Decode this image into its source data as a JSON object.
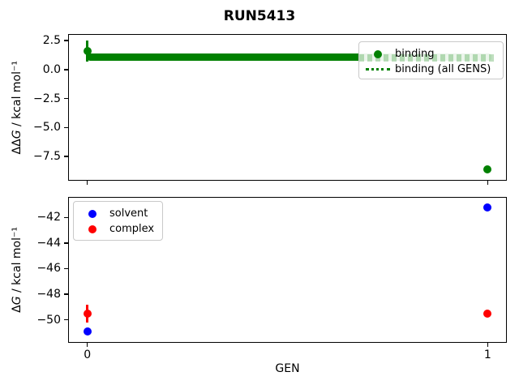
{
  "title": "RUN5413",
  "xlabel": "GEN",
  "colors": {
    "binding": "#008000",
    "solvent": "#0000ff",
    "complex": "#ff0000",
    "axes": "#000000",
    "legend_border": "#c9c9c9"
  },
  "chart_data": [
    {
      "name": "ddG-vs-GEN",
      "type": "scatter",
      "ylabel": "ΔΔG / kcal mol⁻¹",
      "ylabel_parts": {
        "prefix": "ΔΔ",
        "italic": "G",
        "suffix": " / kcal mol⁻¹"
      },
      "xlim": [
        -0.048,
        1.048
      ],
      "ylim": [
        -9.58,
        3.06
      ],
      "yticks": [
        {
          "v": 2.5,
          "label": "2.5"
        },
        {
          "v": 0.0,
          "label": "0.0"
        },
        {
          "v": -2.5,
          "label": "−2.5"
        },
        {
          "v": -5.0,
          "label": "−5.0"
        },
        {
          "v": -7.5,
          "label": "−7.5"
        }
      ],
      "xticks": [
        {
          "v": 0,
          "label": ""
        },
        {
          "v": 1,
          "label": ""
        }
      ],
      "grid": false,
      "series": [
        {
          "name": "binding",
          "color": "#008000",
          "marker": "circle",
          "points": [
            {
              "x": 0,
              "y": 1.6,
              "yerr": 0.9
            },
            {
              "x": 1,
              "y": -8.6,
              "yerr": 0.25
            }
          ]
        }
      ],
      "hline": {
        "name": "binding (all GENS)",
        "y": 1.06,
        "color": "#008000",
        "linestyle": "dotted",
        "x_start": 0,
        "x_end": 1
      },
      "legend": {
        "position": "upper right",
        "entries": [
          {
            "label": "binding",
            "handle": "circle",
            "color": "#008000"
          },
          {
            "label": "binding (all GENS)",
            "handle": "dotted-line",
            "color": "#008000"
          }
        ]
      }
    },
    {
      "name": "dG-vs-GEN",
      "type": "scatter",
      "ylabel": "ΔG / kcal mol⁻¹",
      "ylabel_parts": {
        "prefix": "Δ",
        "italic": "G",
        "suffix": " / kcal mol⁻¹"
      },
      "xlabel": "GEN",
      "xlim": [
        -0.048,
        1.048
      ],
      "ylim": [
        -51.8,
        -40.4
      ],
      "yticks": [
        {
          "v": -42,
          "label": "−42"
        },
        {
          "v": -44,
          "label": "−44"
        },
        {
          "v": -46,
          "label": "−46"
        },
        {
          "v": -48,
          "label": "−48"
        },
        {
          "v": -50,
          "label": "−50"
        }
      ],
      "xticks": [
        {
          "v": 0,
          "label": "0"
        },
        {
          "v": 1,
          "label": "1"
        }
      ],
      "grid": false,
      "series": [
        {
          "name": "solvent",
          "color": "#0000ff",
          "marker": "circle",
          "points": [
            {
              "x": 0,
              "y": -50.9,
              "yerr": 0.1
            },
            {
              "x": 1,
              "y": -41.2,
              "yerr": 0.1
            }
          ]
        },
        {
          "name": "complex",
          "color": "#ff0000",
          "marker": "circle",
          "points": [
            {
              "x": 0,
              "y": -49.5,
              "yerr": 0.7
            },
            {
              "x": 1,
              "y": -49.5,
              "yerr": 0.1
            }
          ]
        }
      ],
      "legend": {
        "position": "upper left",
        "entries": [
          {
            "label": "solvent",
            "handle": "circle",
            "color": "#0000ff"
          },
          {
            "label": "complex",
            "handle": "circle",
            "color": "#ff0000"
          }
        ]
      }
    }
  ]
}
